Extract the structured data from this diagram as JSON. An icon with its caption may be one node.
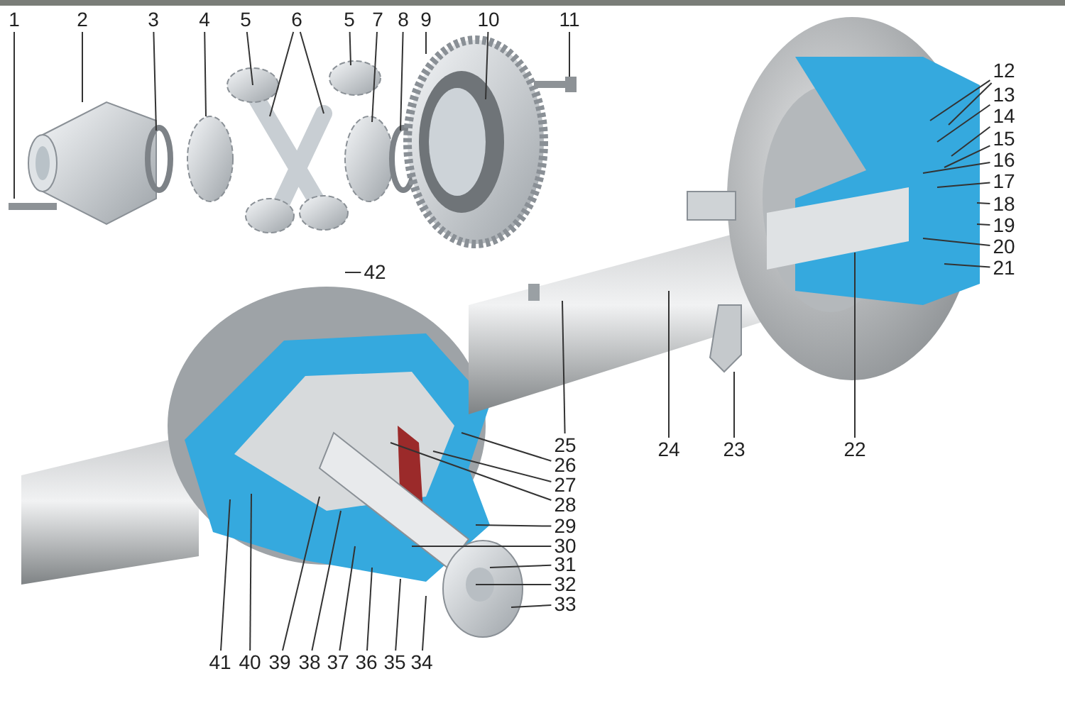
{
  "diagram": {
    "nodes": [
      {
        "text": [
          "1"
        ]
      },
      {
        "text": [
          "2"
        ]
      },
      {
        "text": [
          "3"
        ]
      },
      {
        "text": [
          "4"
        ]
      },
      {
        "text": [
          "5"
        ]
      },
      {
        "text": [
          "6"
        ]
      },
      {
        "text": [
          "5"
        ]
      },
      {
        "text": [
          "7"
        ]
      },
      {
        "text": [
          "8"
        ]
      },
      {
        "text": [
          "9"
        ]
      },
      {
        "text": [
          "10"
        ]
      },
      {
        "text": [
          "11"
        ]
      },
      {
        "text": [
          "12"
        ]
      },
      {
        "text": [
          "13"
        ]
      },
      {
        "text": [
          "14"
        ]
      },
      {
        "text": [
          "15"
        ]
      },
      {
        "text": [
          "16"
        ]
      },
      {
        "text": [
          "17"
        ]
      },
      {
        "text": [
          "18"
        ]
      },
      {
        "text": [
          "19"
        ]
      },
      {
        "text": [
          "20"
        ]
      },
      {
        "text": [
          "21"
        ]
      },
      {
        "text": [
          "42"
        ]
      },
      {
        "text": [
          "25"
        ]
      },
      {
        "text": [
          "26"
        ]
      },
      {
        "text": [
          "27"
        ]
      },
      {
        "text": [
          "28"
        ]
      },
      {
        "text": [
          "29"
        ]
      },
      {
        "text": [
          "30"
        ]
      },
      {
        "text": [
          "31"
        ]
      },
      {
        "text": [
          "32"
        ]
      },
      {
        "text": [
          "33"
        ]
      },
      {
        "text": [
          "24"
        ]
      },
      {
        "text": [
          "23"
        ]
      },
      {
        "text": [
          "22"
        ]
      },
      {
        "text": [
          "41"
        ]
      },
      {
        "text": [
          "40"
        ]
      },
      {
        "text": [
          "39"
        ]
      },
      {
        "text": [
          "38"
        ]
      },
      {
        "text": [
          "37"
        ]
      },
      {
        "text": [
          "36"
        ]
      },
      {
        "text": [
          "35"
        ]
      },
      {
        "text": [
          "34"
        ]
      }
    ],
    "edges": [
      {
        "from": 0,
        "to": null,
        "arrow": "none"
      },
      {
        "from": 1,
        "to": null,
        "arrow": "none"
      },
      {
        "from": 2,
        "to": null,
        "arrow": "none"
      },
      {
        "from": 3,
        "to": null,
        "arrow": "none"
      },
      {
        "from": 4,
        "to": null,
        "arrow": "none"
      },
      {
        "from": 5,
        "to": null,
        "arrow": "none"
      },
      {
        "from": 5,
        "to": null,
        "arrow": "none"
      },
      {
        "from": 6,
        "to": null,
        "arrow": "none"
      },
      {
        "from": 7,
        "to": null,
        "arrow": "none"
      },
      {
        "from": 8,
        "to": null,
        "arrow": "none"
      },
      {
        "from": 9,
        "to": null,
        "arrow": "none"
      },
      {
        "from": 10,
        "to": null,
        "arrow": "none"
      },
      {
        "from": 11,
        "to": null,
        "arrow": "none"
      },
      {
        "from": 12,
        "to": null,
        "arrow": "none"
      },
      {
        "from": 12,
        "to": null,
        "arrow": "none"
      },
      {
        "from": 13,
        "to": null,
        "arrow": "none"
      },
      {
        "from": 14,
        "to": null,
        "arrow": "none"
      },
      {
        "from": 15,
        "to": null,
        "arrow": "none"
      },
      {
        "from": 16,
        "to": null,
        "arrow": "none"
      },
      {
        "from": 17,
        "to": null,
        "arrow": "none"
      },
      {
        "from": 18,
        "to": null,
        "arrow": "none"
      },
      {
        "from": 19,
        "to": null,
        "arrow": "none"
      },
      {
        "from": 20,
        "to": null,
        "arrow": "none"
      },
      {
        "from": 21,
        "to": null,
        "arrow": "none"
      },
      {
        "from": 22,
        "to": null,
        "arrow": "none"
      },
      {
        "from": 23,
        "to": null,
        "arrow": "none"
      },
      {
        "from": 24,
        "to": null,
        "arrow": "none"
      },
      {
        "from": 25,
        "to": null,
        "arrow": "none"
      },
      {
        "from": 26,
        "to": null,
        "arrow": "none"
      },
      {
        "from": 27,
        "to": null,
        "arrow": "none"
      },
      {
        "from": 28,
        "to": null,
        "arrow": "none"
      },
      {
        "from": 29,
        "to": null,
        "arrow": "none"
      },
      {
        "from": 30,
        "to": null,
        "arrow": "none"
      },
      {
        "from": 31,
        "to": null,
        "arrow": "none"
      },
      {
        "from": 32,
        "to": null,
        "arrow": "none"
      },
      {
        "from": 33,
        "to": null,
        "arrow": "none"
      },
      {
        "from": 34,
        "to": null,
        "arrow": "none"
      },
      {
        "from": 35,
        "to": null,
        "arrow": "none"
      },
      {
        "from": 36,
        "to": null,
        "arrow": "none"
      },
      {
        "from": 37,
        "to": null,
        "arrow": "none"
      },
      {
        "from": 38,
        "to": null,
        "arrow": "none"
      },
      {
        "from": 39,
        "to": null,
        "arrow": "none"
      },
      {
        "from": 40,
        "to": null,
        "arrow": "none"
      },
      {
        "from": 41,
        "to": null,
        "arrow": "none"
      },
      {
        "from": 42,
        "to": null,
        "arrow": "none"
      }
    ]
  }
}
